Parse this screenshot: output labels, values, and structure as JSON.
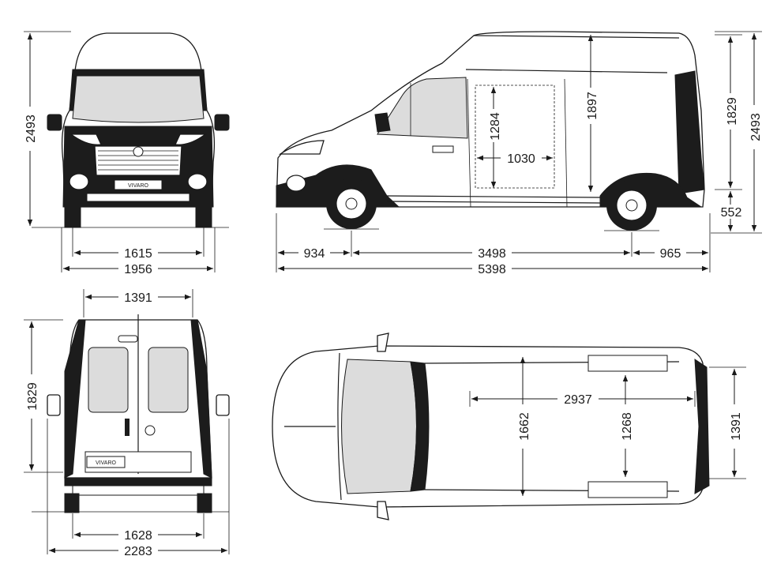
{
  "badge": "VIVARO",
  "front": {
    "height": "2493",
    "track": "1615",
    "width": "1956"
  },
  "side": {
    "load_height": "1284",
    "door_width": "1030",
    "interior_height": "1897",
    "roof_height": "1829",
    "total_height": "2493",
    "floor_height": "552",
    "front_overhang": "934",
    "wheelbase": "3498",
    "rear_overhang": "965",
    "length": "5398"
  },
  "rear": {
    "door_width": "1391",
    "height": "1829",
    "track": "1628",
    "width_mirrors": "2283"
  },
  "top": {
    "load_length": "2937",
    "width_interior": "1662",
    "width_arches": "1268",
    "rear_width": "1391"
  }
}
